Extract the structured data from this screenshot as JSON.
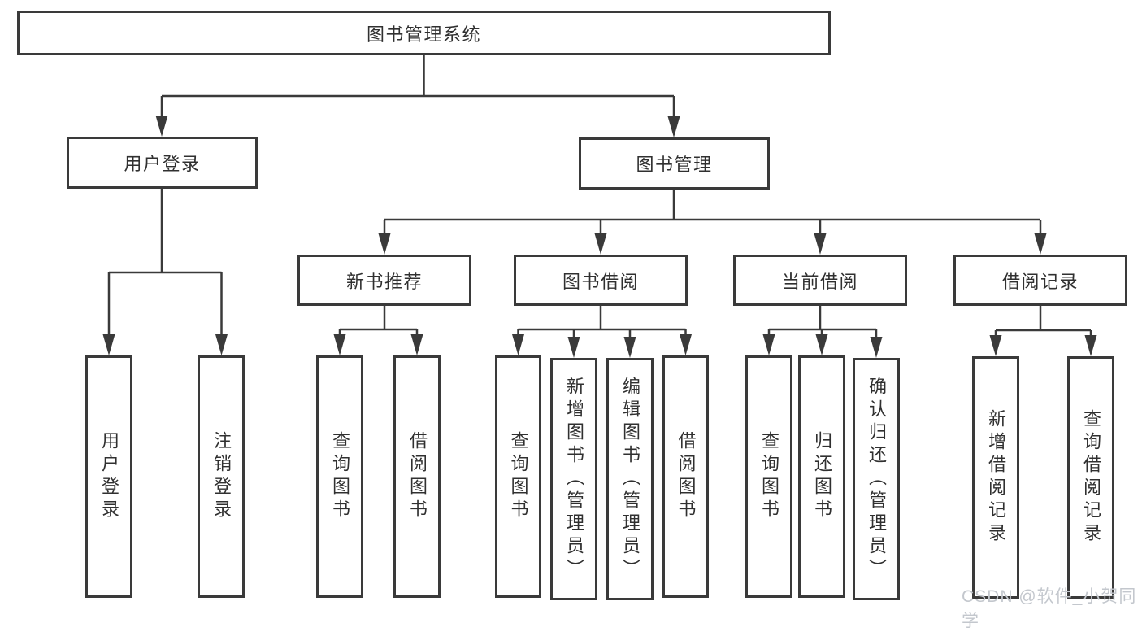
{
  "colors": {
    "line": "#3a3a3a",
    "text": "#303030",
    "watermark": "#c3c7cd",
    "background": "#ffffff"
  },
  "diagram": {
    "root": {
      "label": "图书管理系统"
    },
    "user_branch": {
      "label": "用户登录",
      "children": [
        {
          "label": "用户登录"
        },
        {
          "label": "注销登录"
        }
      ]
    },
    "book_branch": {
      "label": "图书管理",
      "groups": [
        {
          "label": "新书推荐",
          "children": [
            {
              "label": "查询图书"
            },
            {
              "label": "借阅图书"
            }
          ]
        },
        {
          "label": "图书借阅",
          "children": [
            {
              "label": "查询图书"
            },
            {
              "label": "新增图书（管理员）"
            },
            {
              "label": "编辑图书（管理员）"
            },
            {
              "label": "借阅图书"
            }
          ]
        },
        {
          "label": "当前借阅",
          "children": [
            {
              "label": "查询图书"
            },
            {
              "label": "归还图书"
            },
            {
              "label": "确认归还（管理员）"
            }
          ]
        },
        {
          "label": "借阅记录",
          "children": [
            {
              "label": "新增借阅记录"
            },
            {
              "label": "查询借阅记录"
            }
          ]
        }
      ]
    },
    "watermark": "CSDN @软件_小贺同学"
  }
}
